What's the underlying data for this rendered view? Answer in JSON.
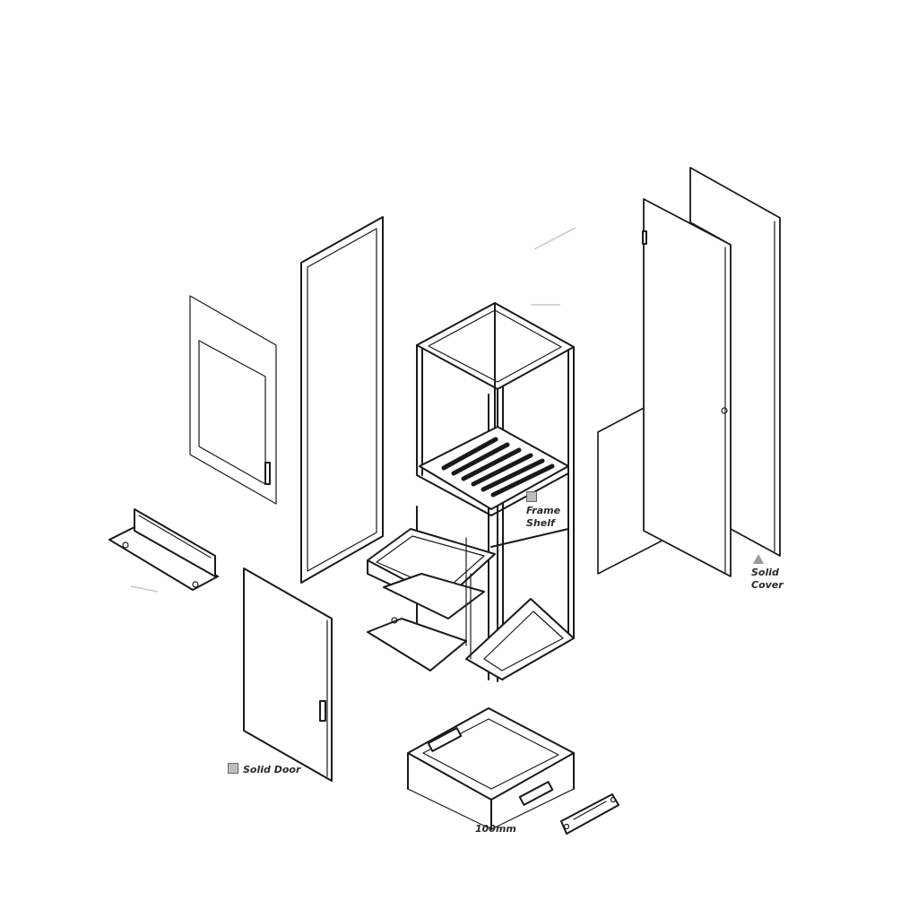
{
  "labels": {
    "frame_shelf": {
      "line1": "Frame",
      "line2": "Shelf"
    },
    "solid_cover": {
      "line1": "Solid",
      "line2": "Cover"
    },
    "solid_door": "Solid Door",
    "plinth_size": "100mm"
  },
  "colors": {
    "line": "#1a1a1a",
    "swatch": "#bcbcbc",
    "faded_text": "#b5b5b5"
  }
}
